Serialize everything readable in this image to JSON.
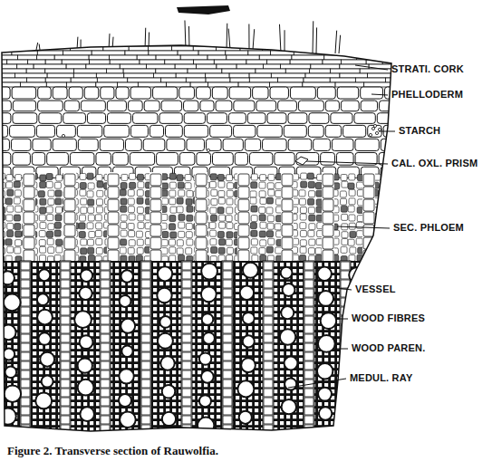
{
  "diagram": {
    "caption": "Figure 2. Transverse section of Rauwolfia.",
    "labels": [
      "STRATI. CORK",
      "PHELLODERM",
      "STARCH",
      "CAL. OXL. PRISM",
      "SEC. PHLOEM",
      "VESSEL",
      "WOOD FIBRES",
      "WOOD PAREN.",
      "MEDUL. RAY"
    ]
  }
}
